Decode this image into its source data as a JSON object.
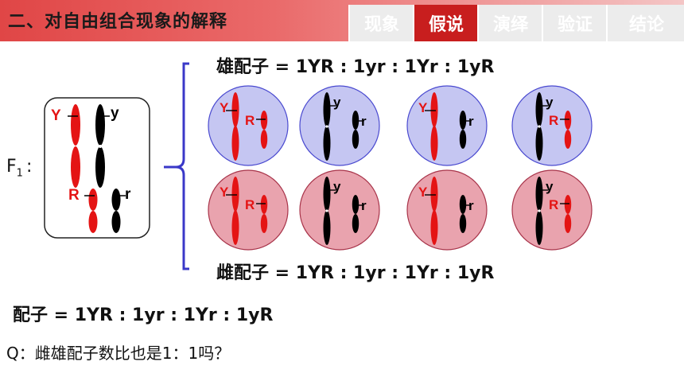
{
  "header": {
    "title": "二、对自由组合现象的解释",
    "tabs": [
      {
        "label": "现象",
        "active": false
      },
      {
        "label": "假说",
        "active": true
      },
      {
        "label": "演绎",
        "active": false
      },
      {
        "label": "验证",
        "active": false
      },
      {
        "label": "结论",
        "active": false
      }
    ]
  },
  "male_gametes": "雄配子 = 1YR : 1yr : 1Yr : 1yR",
  "female_gametes": "雌配子 = 1YR : 1yr : 1Yr : 1yR",
  "gametes": "配子 = 1YR : 1yr : 1Yr : 1yR",
  "f1": {
    "label": "F",
    "subscript": "1",
    "colon": ":"
  },
  "f1_alleles": {
    "Y": "Y",
    "y": "y",
    "R": "R",
    "r": "r"
  },
  "gamete_cells": [
    {
      "first": "Y",
      "second": "R"
    },
    {
      "first": "y",
      "second": "r"
    },
    {
      "first": "Y",
      "second": "r"
    },
    {
      "first": "y",
      "second": "R"
    }
  ],
  "question": "Q：雌雄配子数比也是1：1吗？",
  "colors": {
    "red": "#e41414",
    "black": "#000000",
    "male_cell": "#c5c6f2",
    "male_stroke": "#4a4ad0",
    "female_cell": "#e9a3ae",
    "female_stroke": "#a8344a",
    "bracket": "#3a38c8"
  }
}
